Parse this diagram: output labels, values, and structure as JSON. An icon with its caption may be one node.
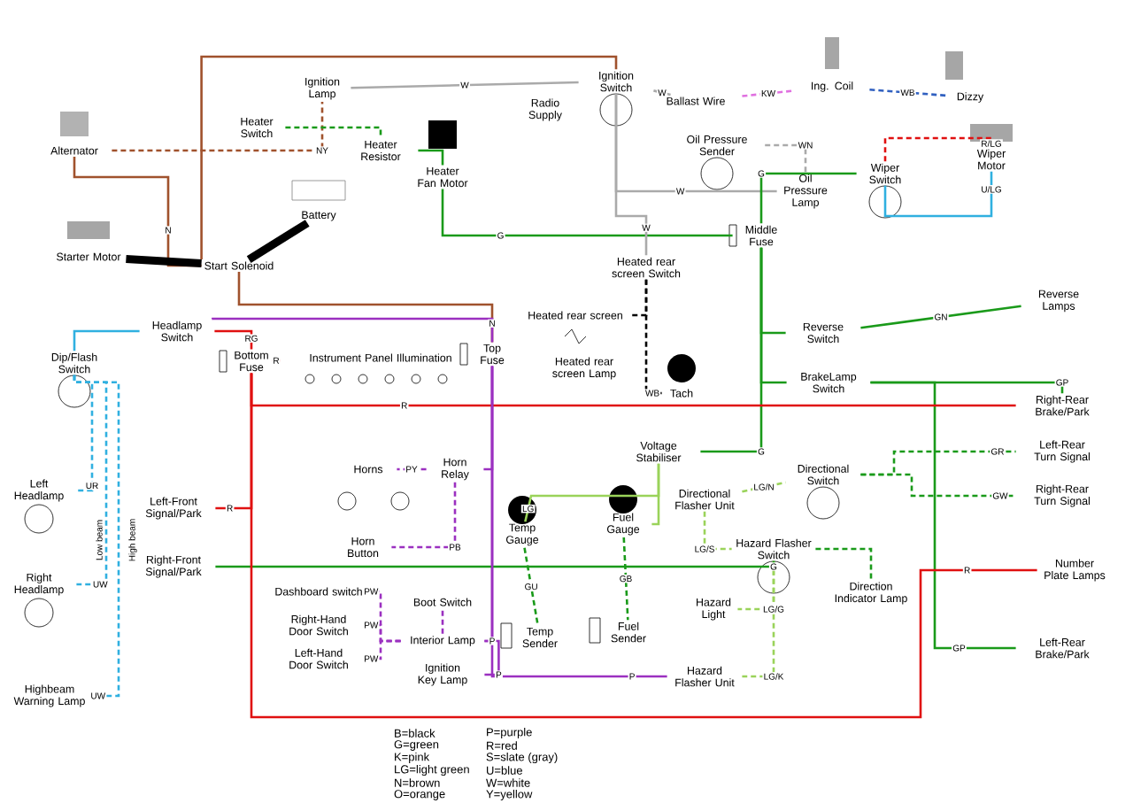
{
  "diagram": {
    "nodes": [
      {
        "text": [
          "Alternator"
        ]
      },
      {
        "text": [
          "Starter Motor"
        ]
      },
      {
        "text": [
          "Start Solenoid"
        ]
      },
      {
        "text": [
          "Battery"
        ]
      },
      {
        "text": [
          "Ignition Lamp"
        ]
      },
      {
        "text": [
          "Heater Switch"
        ]
      },
      {
        "text": [
          "Heater Resistor"
        ]
      },
      {
        "text": [
          "Heater Fan Motor"
        ]
      },
      {
        "text": [
          "Radio Supply"
        ]
      },
      {
        "text": [
          "Ignition Switch"
        ]
      },
      {
        "text": [
          "Ballast Wire"
        ]
      },
      {
        "text": [
          "Ing. Coil"
        ]
      },
      {
        "text": [
          "Dizzy"
        ]
      },
      {
        "text": [
          "Oil Pressure Sender"
        ]
      },
      {
        "text": [
          "Oil Pressure Lamp"
        ]
      },
      {
        "text": [
          "Wiper Switch"
        ]
      },
      {
        "text": [
          "Wiper Motor"
        ]
      },
      {
        "text": [
          "Middle Fuse"
        ]
      },
      {
        "text": [
          "Heated rear screen Switch"
        ]
      },
      {
        "text": [
          "Heated rear screen"
        ]
      },
      {
        "text": [
          "Heated rear screen Lamp"
        ]
      },
      {
        "text": [
          "Tach"
        ]
      },
      {
        "text": [
          "Reverse Switch"
        ]
      },
      {
        "text": [
          "Reverse Lamps"
        ]
      },
      {
        "text": [
          "BrakeLamp Switch"
        ]
      },
      {
        "text": [
          "Right-Rear Brake/Park"
        ]
      },
      {
        "text": [
          "Left-Rear Turn Signal"
        ]
      },
      {
        "text": [
          "Right-Rear Turn Signal"
        ]
      },
      {
        "text": [
          "Number Plate Lamps"
        ]
      },
      {
        "text": [
          "Left-Rear Brake/Park"
        ]
      },
      {
        "text": [
          "Voltage Stabiliser"
        ]
      },
      {
        "text": [
          "Directional Flasher Unit"
        ]
      },
      {
        "text": [
          "Directional Switch"
        ]
      },
      {
        "text": [
          "Hazard Flasher Switch"
        ]
      },
      {
        "text": [
          "Direction Indicator Lamp"
        ]
      },
      {
        "text": [
          "Hazard Light"
        ]
      },
      {
        "text": [
          "Hazard Flasher Unit"
        ]
      },
      {
        "text": [
          "Temp Gauge"
        ]
      },
      {
        "text": [
          "Fuel Gauge"
        ]
      },
      {
        "text": [
          "Temp Sender"
        ]
      },
      {
        "text": [
          "Fuel Sender"
        ]
      },
      {
        "text": [
          "Headlamp Switch"
        ]
      },
      {
        "text": [
          "Dip/Flash Switch"
        ]
      },
      {
        "text": [
          "Left Headlamp"
        ]
      },
      {
        "text": [
          "Right Headlamp"
        ]
      },
      {
        "text": [
          "Highbeam Warning Lamp"
        ]
      },
      {
        "text": [
          "Bottom Fuse"
        ]
      },
      {
        "text": [
          "Top Fuse"
        ]
      },
      {
        "text": [
          "Instrument Panel Illumination"
        ]
      },
      {
        "text": [
          "Horns"
        ]
      },
      {
        "text": [
          "Horn Button"
        ]
      },
      {
        "text": [
          "Horn Relay"
        ]
      },
      {
        "text": [
          "Left-Front Signal/Park"
        ]
      },
      {
        "text": [
          "Right-Front Signal/Park"
        ]
      },
      {
        "text": [
          "Dashboard switch"
        ]
      },
      {
        "text": [
          "Right-Hand Door Switch"
        ]
      },
      {
        "text": [
          "Left-Hand Door Switch"
        ]
      },
      {
        "text": [
          "Boot Switch"
        ]
      },
      {
        "text": [
          "Interior Lamp"
        ]
      },
      {
        "text": [
          "Ignition Key Lamp"
        ]
      }
    ],
    "edges": [
      {
        "from": 0,
        "to": 2,
        "arrow": "none",
        "label": "N",
        "color": "#a0522d"
      },
      {
        "from": 0,
        "to": 4,
        "arrow": "none",
        "label": "NY",
        "color": "#a0522d",
        "style": "dashed"
      },
      {
        "from": 1,
        "to": 2,
        "arrow": "none",
        "color": "#000000",
        "style": "thick"
      },
      {
        "from": 2,
        "to": 3,
        "arrow": "none",
        "color": "#000000",
        "style": "thick"
      },
      {
        "from": 2,
        "to": 9,
        "arrow": "none",
        "color": "#a0522d"
      },
      {
        "from": 2,
        "to": 47,
        "arrow": "none",
        "label": "N",
        "color": "#a0522d"
      },
      {
        "from": 4,
        "to": 9,
        "arrow": "none",
        "label": "W",
        "color": "#aaaaaa"
      },
      {
        "from": 5,
        "to": 6,
        "arrow": "none",
        "color": "#1a9a1a",
        "style": "dashed"
      },
      {
        "from": 6,
        "to": 7,
        "arrow": "none",
        "color": "#1a9a1a"
      },
      {
        "from": 7,
        "to": 17,
        "arrow": "none",
        "label": "G",
        "color": "#1a9a1a"
      },
      {
        "from": 9,
        "to": 10,
        "arrow": "none",
        "label": "W",
        "color": "#aaaaaa"
      },
      {
        "from": 10,
        "to": 11,
        "arrow": "none",
        "label": "KW",
        "color": "#e070e0",
        "style": "dashed"
      },
      {
        "from": 11,
        "to": 12,
        "arrow": "none",
        "label": "WB",
        "color": "#3060c0",
        "style": "dashed"
      },
      {
        "from": 9,
        "to": 14,
        "arrow": "none",
        "label": "W",
        "color": "#aaaaaa"
      },
      {
        "from": 14,
        "to": 13,
        "arrow": "none",
        "label": "WN",
        "color": "#aaaaaa",
        "style": "dashed"
      },
      {
        "from": 17,
        "to": 15,
        "arrow": "none",
        "label": "G",
        "color": "#1a9a1a"
      },
      {
        "from": 15,
        "to": 16,
        "arrow": "none",
        "label": "R/LG",
        "color": "#e01010",
        "style": "dashed"
      },
      {
        "from": 15,
        "to": 16,
        "arrow": "none",
        "label": "U/LG",
        "color": "#30b0e0"
      },
      {
        "from": 9,
        "to": 18,
        "arrow": "none",
        "label": "W",
        "color": "#aaaaaa"
      },
      {
        "from": 18,
        "to": 19,
        "arrow": "none",
        "color": "#000000",
        "style": "dashed"
      },
      {
        "from": 18,
        "to": 21,
        "arrow": "none",
        "label": "WB",
        "color": "#000000",
        "style": "dashed"
      },
      {
        "from": 17,
        "to": 22,
        "arrow": "none",
        "color": "#1a9a1a"
      },
      {
        "from": 17,
        "to": 24,
        "arrow": "none",
        "color": "#1a9a1a"
      },
      {
        "from": 22,
        "to": 23,
        "arrow": "none",
        "label": "GN",
        "color": "#1a9a1a"
      },
      {
        "from": 24,
        "to": 25,
        "arrow": "none",
        "label": "GP",
        "color": "#1a9a1a"
      },
      {
        "from": 24,
        "to": 29,
        "arrow": "none",
        "label": "GP",
        "color": "#1a9a1a"
      },
      {
        "from": 17,
        "to": 30,
        "arrow": "none",
        "label": "G",
        "color": "#1a9a1a"
      },
      {
        "from": 30,
        "to": 37,
        "arrow": "none",
        "label": "LG",
        "color": "#9ad35a"
      },
      {
        "from": 30,
        "to": 38,
        "arrow": "none",
        "color": "#9ad35a"
      },
      {
        "from": 37,
        "to": 39,
        "arrow": "none",
        "label": "GU",
        "color": "#1a9a1a",
        "style": "dashed"
      },
      {
        "from": 38,
        "to": 40,
        "arrow": "none",
        "label": "GB",
        "color": "#1a9a1a",
        "style": "dashed"
      },
      {
        "from": 31,
        "to": 32,
        "arrow": "none",
        "label": "LG/N",
        "color": "#9ad35a",
        "style": "dashed"
      },
      {
        "from": 32,
        "to": 26,
        "arrow": "none",
        "label": "GR",
        "color": "#1a9a1a",
        "style": "dashed"
      },
      {
        "from": 32,
        "to": 27,
        "arrow": "none",
        "label": "GW",
        "color": "#1a9a1a",
        "style": "dashed"
      },
      {
        "from": 31,
        "to": 33,
        "arrow": "none",
        "label": "LG/S",
        "color": "#9ad35a",
        "style": "dashed"
      },
      {
        "from": 33,
        "to": 34,
        "arrow": "none",
        "color": "#1a9a1a",
        "style": "dashed"
      },
      {
        "from": 33,
        "to": 36,
        "arrow": "none",
        "label": "LG/K",
        "color": "#9ad35a",
        "style": "dashed"
      },
      {
        "from": 33,
        "to": 35,
        "arrow": "none",
        "label": "LG/G",
        "color": "#9ad35a",
        "style": "dashed"
      },
      {
        "from": 47,
        "to": 36,
        "arrow": "none",
        "label": "P",
        "color": "#9b30c0"
      },
      {
        "from": 47,
        "to": 41,
        "arrow": "none",
        "color": "#9b30c0"
      },
      {
        "from": 41,
        "to": 42,
        "arrow": "none",
        "color": "#30b0e0"
      },
      {
        "from": 41,
        "to": 46,
        "arrow": "none",
        "label": "RG",
        "color": "#e01010"
      },
      {
        "from": 46,
        "to": 48,
        "arrow": "none",
        "label": "R",
        "color": "#e01010"
      },
      {
        "from": 46,
        "to": 52,
        "arrow": "none",
        "label": "R",
        "color": "#e01010"
      },
      {
        "from": 46,
        "to": 25,
        "arrow": "none",
        "label": "R",
        "color": "#e01010"
      },
      {
        "from": 42,
        "to": 43,
        "arrow": "none",
        "label": "UR",
        "color": "#30b0e0",
        "style": "dashed"
      },
      {
        "from": 42,
        "to": 44,
        "arrow": "none",
        "label": "UW",
        "color": "#30b0e0",
        "style": "dashed"
      },
      {
        "from": 42,
        "to": 45,
        "arrow": "none",
        "label": "UW",
        "color": "#30b0e0",
        "style": "dashed"
      },
      {
        "from": 47,
        "to": 51,
        "arrow": "none",
        "color": "#9b30c0"
      },
      {
        "from": 51,
        "to": 49,
        "arrow": "none",
        "label": "PY",
        "color": "#9b30c0",
        "style": "dashed"
      },
      {
        "from": 51,
        "to": 50,
        "arrow": "none",
        "label": "PB",
        "color": "#9b30c0",
        "style": "dashed"
      },
      {
        "from": 33,
        "to": 53,
        "arrow": "none",
        "label": "G",
        "color": "#1a9a1a"
      },
      {
        "from": 47,
        "to": 58,
        "arrow": "none",
        "label": "P",
        "color": "#9b30c0"
      },
      {
        "from": 58,
        "to": 54,
        "arrow": "none",
        "label": "PW",
        "color": "#9b30c0",
        "style": "dashed"
      },
      {
        "from": 58,
        "to": 55,
        "arrow": "none",
        "label": "PW",
        "color": "#9b30c0",
        "style": "dashed"
      },
      {
        "from": 58,
        "to": 56,
        "arrow": "none",
        "label": "PW",
        "color": "#9b30c0",
        "style": "dashed"
      },
      {
        "from": 58,
        "to": 57,
        "arrow": "none",
        "color": "#9b30c0",
        "style": "dashed"
      },
      {
        "from": 58,
        "to": 59,
        "arrow": "none",
        "label": "P",
        "color": "#9b30c0"
      },
      {
        "from": 46,
        "to": 28,
        "arrow": "none",
        "label": "R",
        "color": "#e01010"
      }
    ],
    "labels": [
      "Low beam",
      "High beam",
      "B=black",
      "G=green",
      "K=pink",
      "LG=light green",
      "N=brown",
      "O=orange",
      "P=purple",
      "R=red",
      "S=slate (gray)",
      "U=blue",
      "W=white",
      "Y=yellow"
    ]
  }
}
